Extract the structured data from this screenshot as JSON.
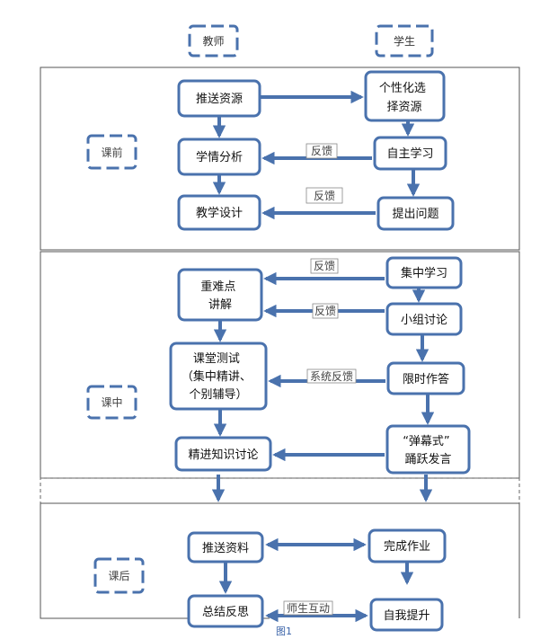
{
  "roles": {
    "teacher": "教师",
    "student": "学生"
  },
  "stages": {
    "pre": "课前",
    "in": "课中",
    "post": "课后"
  },
  "pre": {
    "push": "推送资源",
    "choose": [
      "个性化选",
      "择资源"
    ],
    "analysis": "学情分析",
    "self_study": "自主学习",
    "design": "教学设计",
    "question": "提出问题",
    "feedback1": "反馈",
    "feedback2": "反馈"
  },
  "in": {
    "key_points": [
      "重难点",
      "讲解"
    ],
    "focus_study": "集中学习",
    "group": "小组讨论",
    "test": [
      "课堂测试",
      "（集中精讲、",
      "个别辅导）"
    ],
    "timed": "限时作答",
    "precise": "精进知识讨论",
    "danmaku": [
      "“弹幕式”",
      "踊跃发言"
    ],
    "feedback1": "反馈",
    "feedback2": "反馈",
    "feedback3": "系统反馈"
  },
  "post": {
    "push": "推送资料",
    "homework": "完成作业",
    "summary": "总结反思",
    "improve": "自我提升",
    "interaction": "师生互动"
  },
  "caption": "图1",
  "colors": {
    "accent": "#4a72ad",
    "box_border": "#4a72ad",
    "frame": "#555555"
  }
}
